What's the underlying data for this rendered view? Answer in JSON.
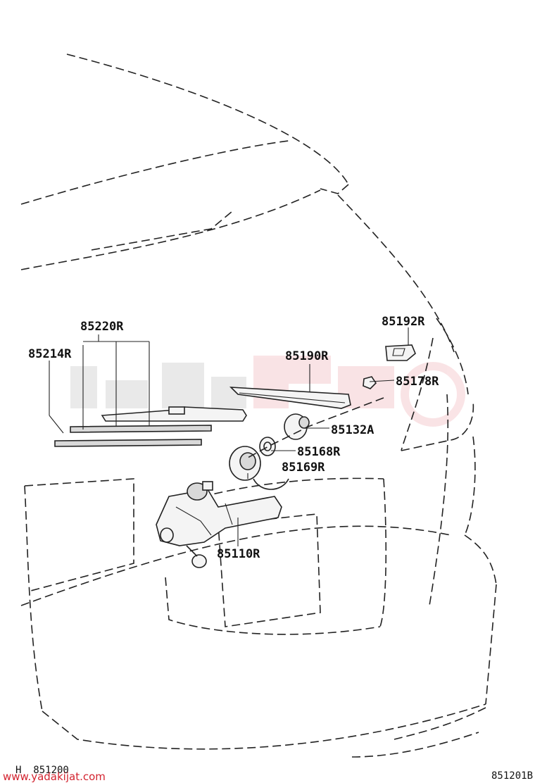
{
  "labels": {
    "p85220R": "85220R",
    "p85214R": "85214R",
    "p85192R": "85192R",
    "p85190R": "85190R",
    "p85178R": "85178R",
    "p85132A": "85132A",
    "p85168R": "85168R",
    "p85169R": "85169R",
    "p85110R": "85110R"
  },
  "footer": {
    "section": "H  851200",
    "figure_id": "851201B",
    "watermark_url": "www.yadakijat.com"
  },
  "colors": {
    "line": "#222222",
    "watermark": "#d3232f"
  }
}
